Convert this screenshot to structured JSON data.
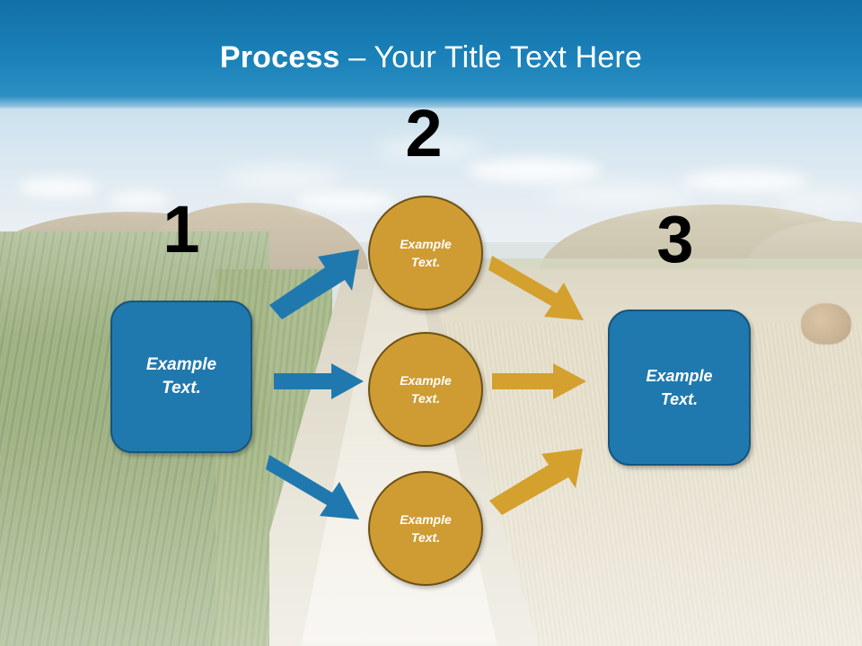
{
  "slide": {
    "title": {
      "strong": "Process",
      "dash": " – ",
      "rest": "Your Title Text Here",
      "color": "#ffffff"
    },
    "theme": {
      "banner_blue": "#1b82b9",
      "shape_blue": "#2079AE",
      "shape_blue_border": "#17557b",
      "shape_orange": "#CE9C33",
      "shape_orange_border": "#6e5116",
      "arrow_blue": "#2079AE",
      "arrow_orange": "#D4A02E",
      "number_color": "#000000"
    },
    "steps": [
      {
        "number": "1",
        "name": "step-number-1"
      },
      {
        "number": "2",
        "name": "step-number-2"
      },
      {
        "number": "3",
        "name": "step-number-3"
      }
    ],
    "boxes": {
      "left": {
        "line1": "Example",
        "line2": "Text."
      },
      "right": {
        "line1": "Example",
        "line2": "Text."
      }
    },
    "circles": [
      {
        "line1": "Example",
        "line2": "Text."
      },
      {
        "line1": "Example",
        "line2": "Text."
      },
      {
        "line1": "Example",
        "line2": "Text."
      }
    ],
    "arrows": [
      {
        "name": "arrow-left-to-circle-1",
        "color": "#2079AE",
        "direction": "up-right"
      },
      {
        "name": "arrow-left-to-circle-2",
        "color": "#2079AE",
        "direction": "right"
      },
      {
        "name": "arrow-left-to-circle-3",
        "color": "#2079AE",
        "direction": "down-right"
      },
      {
        "name": "arrow-circle-1-to-right",
        "color": "#D4A02E",
        "direction": "down-right"
      },
      {
        "name": "arrow-circle-2-to-right",
        "color": "#D4A02E",
        "direction": "right"
      },
      {
        "name": "arrow-circle-3-to-right",
        "color": "#D4A02E",
        "direction": "up-right"
      }
    ]
  }
}
